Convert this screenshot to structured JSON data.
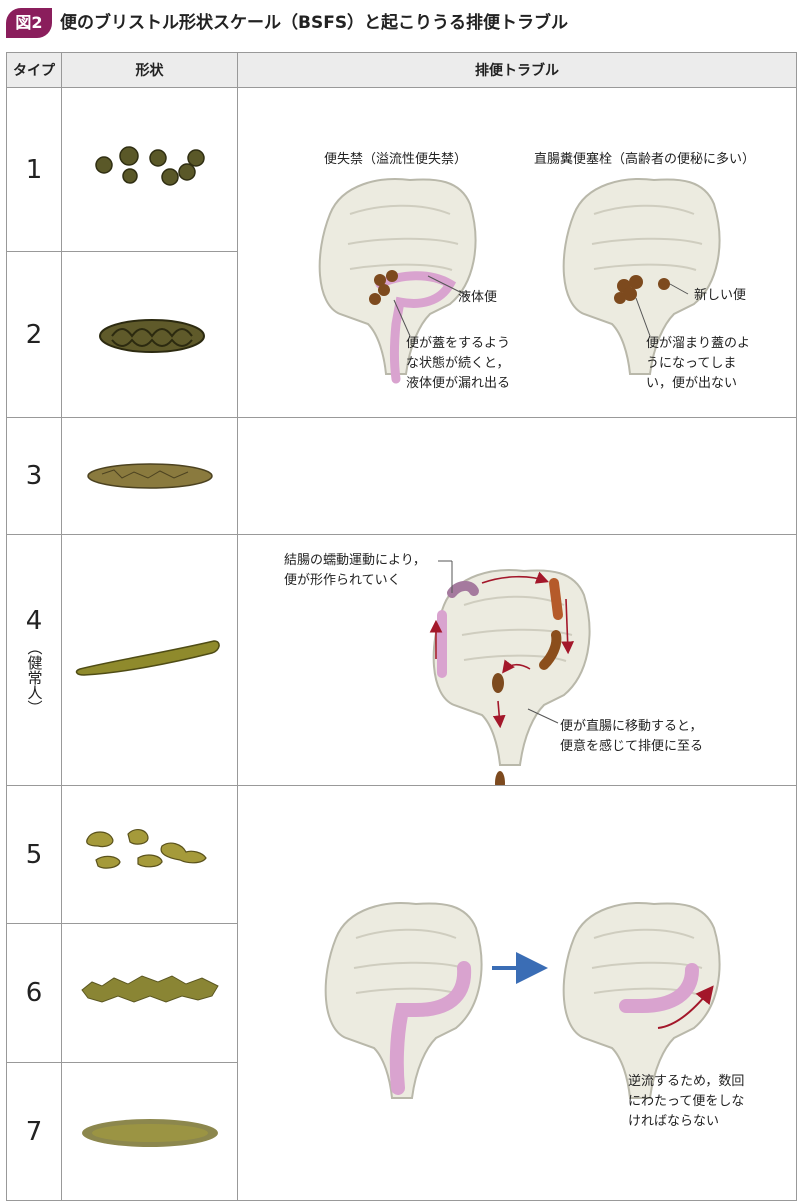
{
  "figure": {
    "badge": "図2",
    "title": "便のブリストル形状スケール（BSFS）と起こりうる排便トラブル"
  },
  "table": {
    "headers": {
      "type": "タイプ",
      "shape": "形状",
      "trouble": "排便トラブル"
    },
    "rows": [
      {
        "type": "1"
      },
      {
        "type": "2"
      },
      {
        "type": "3"
      },
      {
        "type": "4",
        "note": "（健常人）"
      },
      {
        "type": "5"
      },
      {
        "type": "6"
      },
      {
        "type": "7"
      }
    ]
  },
  "troubles": {
    "incontinence": {
      "title": "便失禁（溢流性便失禁）",
      "liquid_label": "液体便",
      "desc_line1": "便が蓋をするよう",
      "desc_line2": "な状態が続くと，",
      "desc_line3": "液体便が漏れ出る"
    },
    "impaction": {
      "title": "直腸糞便塞栓（高齢者の便秘に多い）",
      "new_label": "新しい便",
      "desc_line1": "便が溜まり蓋のよ",
      "desc_line2": "うになってしま",
      "desc_line3": "い，便が出ない"
    },
    "normal": {
      "peristalsis_line1": "結腸の蠕動運動により，",
      "peristalsis_line2": "便が形作られていく",
      "rectum_line1": "便が直腸に移動すると，",
      "rectum_line2": "便意を感じて排便に至る"
    },
    "diarrhea": {
      "desc_line1": "逆流するため，数回",
      "desc_line2": "にわたって便をしな",
      "desc_line3": "ければならない"
    }
  },
  "colors": {
    "badge": "#8a1e5c",
    "colon": "#ecebe0",
    "colon_outline": "#b9b8aa",
    "stool_pink": "#d9a3cf",
    "stool_brown": "#7d4a1e",
    "arrow_red": "#a3172a",
    "arrow_blue": "#3a6db5",
    "stool_olive": "#8f8a3a"
  }
}
